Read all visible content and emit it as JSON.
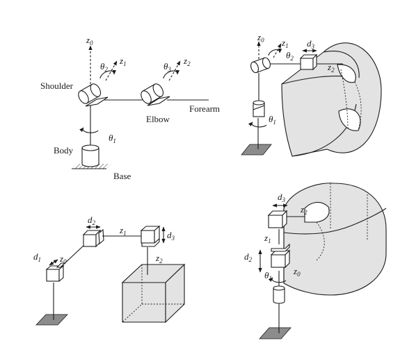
{
  "figure": {
    "background": "#ffffff",
    "workspace_fill": "#e3e3e3",
    "base_plate_fill": "#8c8c8c",
    "panels": {
      "articulated": {
        "labels": {
          "shoulder": "Shoulder",
          "elbow": "Elbow",
          "forearm": "Forearm",
          "body": "Body",
          "base": "Base"
        },
        "symbols": {
          "z0": [
            "z",
            "0"
          ],
          "z1": [
            "z",
            "1"
          ],
          "z2": [
            "z",
            "2"
          ],
          "theta1": [
            "θ",
            "1"
          ],
          "theta2": [
            "θ",
            "2"
          ],
          "theta3": [
            "θ",
            "3"
          ]
        }
      },
      "spherical": {
        "symbols": {
          "z0": [
            "z",
            "0"
          ],
          "z1": [
            "z",
            "1"
          ],
          "z2": [
            "z",
            "2"
          ],
          "theta1": [
            "θ",
            "1"
          ],
          "theta2": [
            "θ",
            "2"
          ],
          "d3": [
            "d",
            "3"
          ]
        }
      },
      "cartesian": {
        "symbols": {
          "d1": [
            "d",
            "1"
          ],
          "d2": [
            "d",
            "2"
          ],
          "d3": [
            "d",
            "3"
          ],
          "z0": [
            "z",
            "0"
          ],
          "z1": [
            "z",
            "1"
          ],
          "z2": [
            "z",
            "2"
          ]
        }
      },
      "cylindrical": {
        "symbols": {
          "d3": [
            "d",
            "3"
          ],
          "z2": [
            "z",
            "2"
          ],
          "z1": [
            "z",
            "1"
          ],
          "d2": [
            "d",
            "2"
          ],
          "theta1": [
            "θ",
            "1"
          ],
          "z0": [
            "z",
            "0"
          ]
        }
      }
    }
  }
}
